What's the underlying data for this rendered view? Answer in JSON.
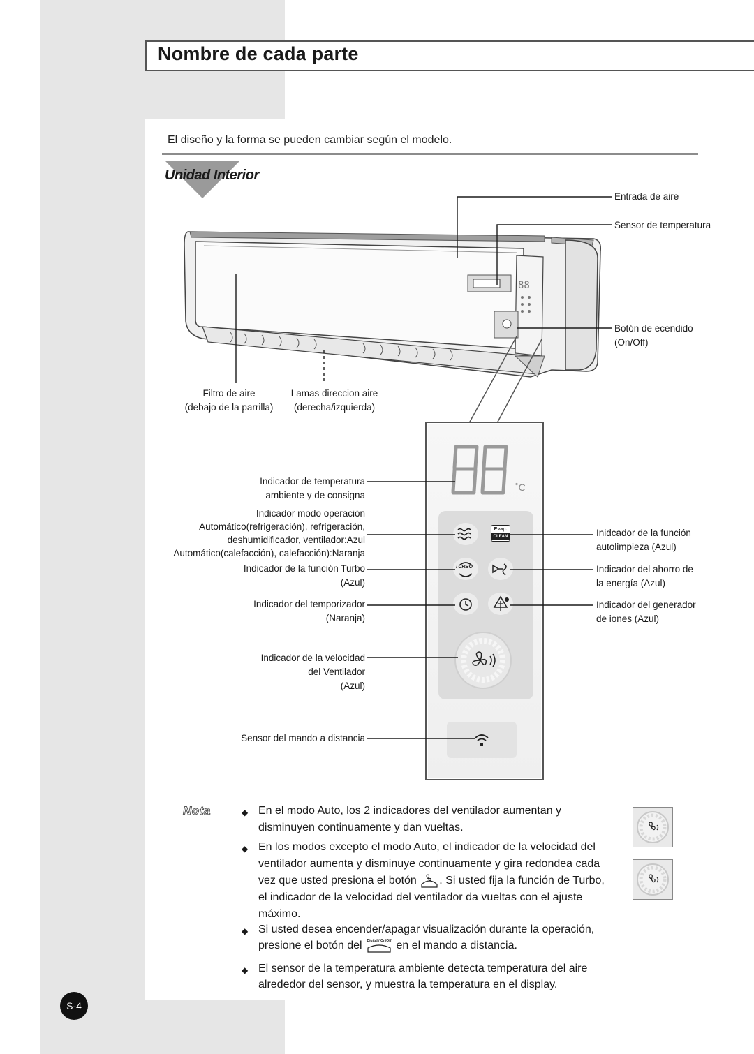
{
  "page": {
    "title": "Nombre de cada parte",
    "subtitle": "El diseño y la forma se pueden cambiar según el modelo.",
    "section_title": "Unidad Interior",
    "page_number": "S-4"
  },
  "unit_labels": {
    "entrada_aire": "Entrada de aire",
    "sensor_temp": "Sensor de temperatura",
    "boton_encendido_1": "Botón de ecendido",
    "boton_encendido_2": "(On/Off)",
    "filtro_1": "Filtro de aire",
    "filtro_2": "(debajo de la parrilla)",
    "lamas_1": "Lamas direccion aire",
    "lamas_2": "(derecha/izquierda)"
  },
  "panel_labels": {
    "ind_temp_1": "Indicador de temperatura",
    "ind_temp_2": "ambiente y de consigna",
    "modo_1": "Indicador modo operación",
    "modo_2": "Automático(refrigeración), refrigeración,",
    "modo_3": "deshumidificador, ventilador:Azul",
    "modo_4": "Automático(calefacción), calefacción):Naranja",
    "turbo_1": "Indicador de la función Turbo",
    "turbo_2": "(Azul)",
    "temporizador_1": "Indicador del temporizador",
    "temporizador_2": "(Naranja)",
    "velocidad_1": "Indicador de la velocidad",
    "velocidad_2": "del Ventilador",
    "velocidad_3": "(Azul)",
    "sensor_mando": "Sensor del mando a distancia",
    "autolimpieza_1": "Inidcador de la función",
    "autolimpieza_2": "autolimpieza (Azul)",
    "ahorro_1": "Indicador del ahorro de",
    "ahorro_2": "la energía (Azul)",
    "iones_1": "Indicador del generador",
    "iones_2": "de iones (Azul)"
  },
  "display": {
    "digits": "88",
    "unit": "˚C",
    "evap_label": "Evap.",
    "clean_label": "CLEAN",
    "turbo_label": "TURBO"
  },
  "notes": {
    "label": "Nota",
    "n1_l1": "En el modo Auto, los 2 indicadores del ventilador aumentan y",
    "n1_l2": "disminuyen continuamente y dan vueltas.",
    "n2_l1": "En los modos excepto el modo Auto, el indicador de la velocidad del",
    "n2_l2": "ventilador aumenta y disminuye continuamente y gira redondea cada",
    "n2_l3a": "vez que usted presiona el botón",
    "n2_l3b": ". Si usted fija la función de Turbo,",
    "n2_l4": "el indicador de la velocidad del ventilador da vueltas con el ajuste",
    "n2_l5": "máximo.",
    "n3_l1": "Si usted desea encender/apagar visualización durante la operación,",
    "n3_l2a": "presione el botón del",
    "n3_l2b": "en el mando a distancia.",
    "digital_btn_label": "Digital / On/Off",
    "n4_l1": "El sensor de la temperatura ambiente detecta temperatura del aire",
    "n4_l2": "alrededor del sensor, y muestra la temperatura en el display."
  }
}
